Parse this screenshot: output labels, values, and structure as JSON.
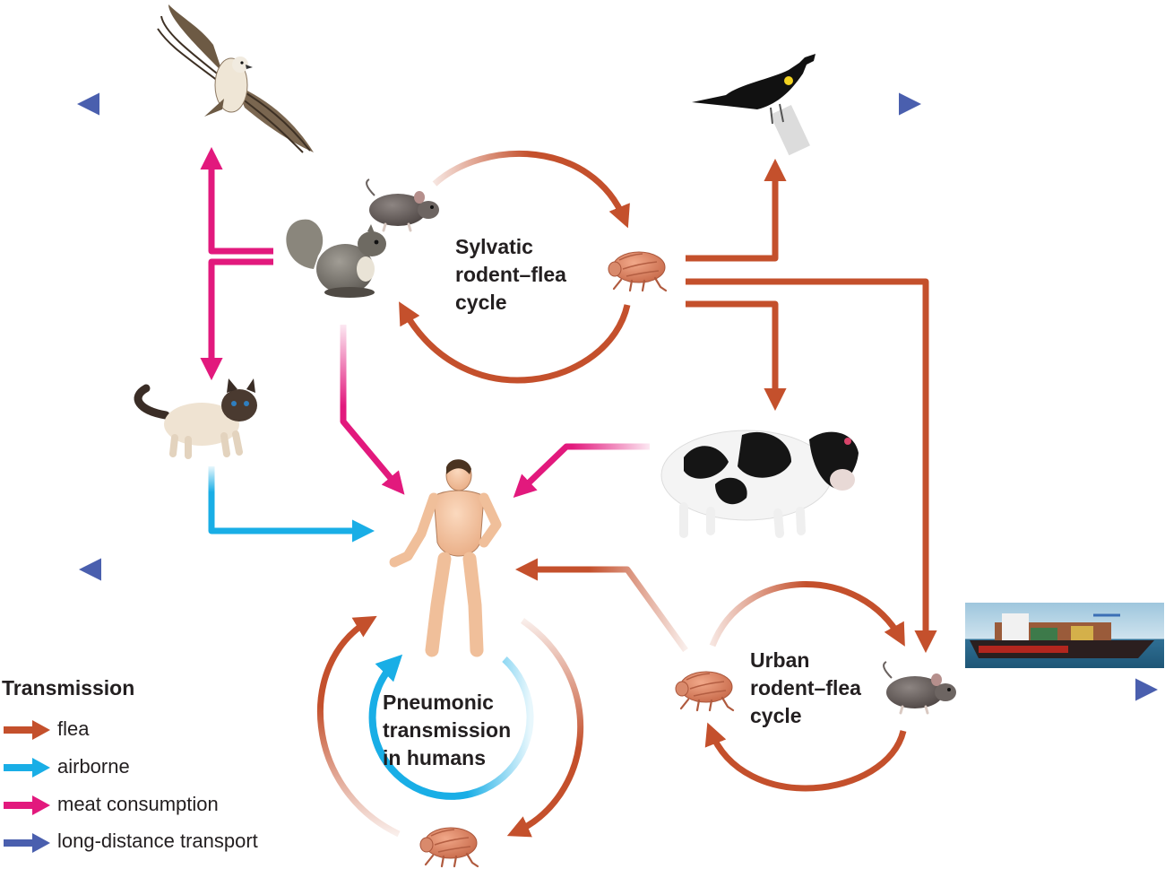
{
  "labels": {
    "sylvatic_cycle": "Sylvatic\nrodent–flea\ncycle",
    "urban_cycle": "Urban\nrodent–flea\ncycle",
    "pneumonic": "Pneumonic\ntransmission\nin humans"
  },
  "legend": {
    "title": "Transmission",
    "items": [
      {
        "label": "flea",
        "color": "#c4502c"
      },
      {
        "label": "airborne",
        "color": "#19aee6"
      },
      {
        "label": "meat consumption",
        "color": "#e2197d"
      },
      {
        "label": "long-distance transport",
        "color": "#4a5fae"
      }
    ]
  },
  "icons": [
    "hawk-icon",
    "blackbird-icon",
    "mouse-icon",
    "squirrel-icon",
    "flea-icon",
    "cat-icon",
    "cow-icon",
    "human-icon",
    "ship-icon"
  ]
}
